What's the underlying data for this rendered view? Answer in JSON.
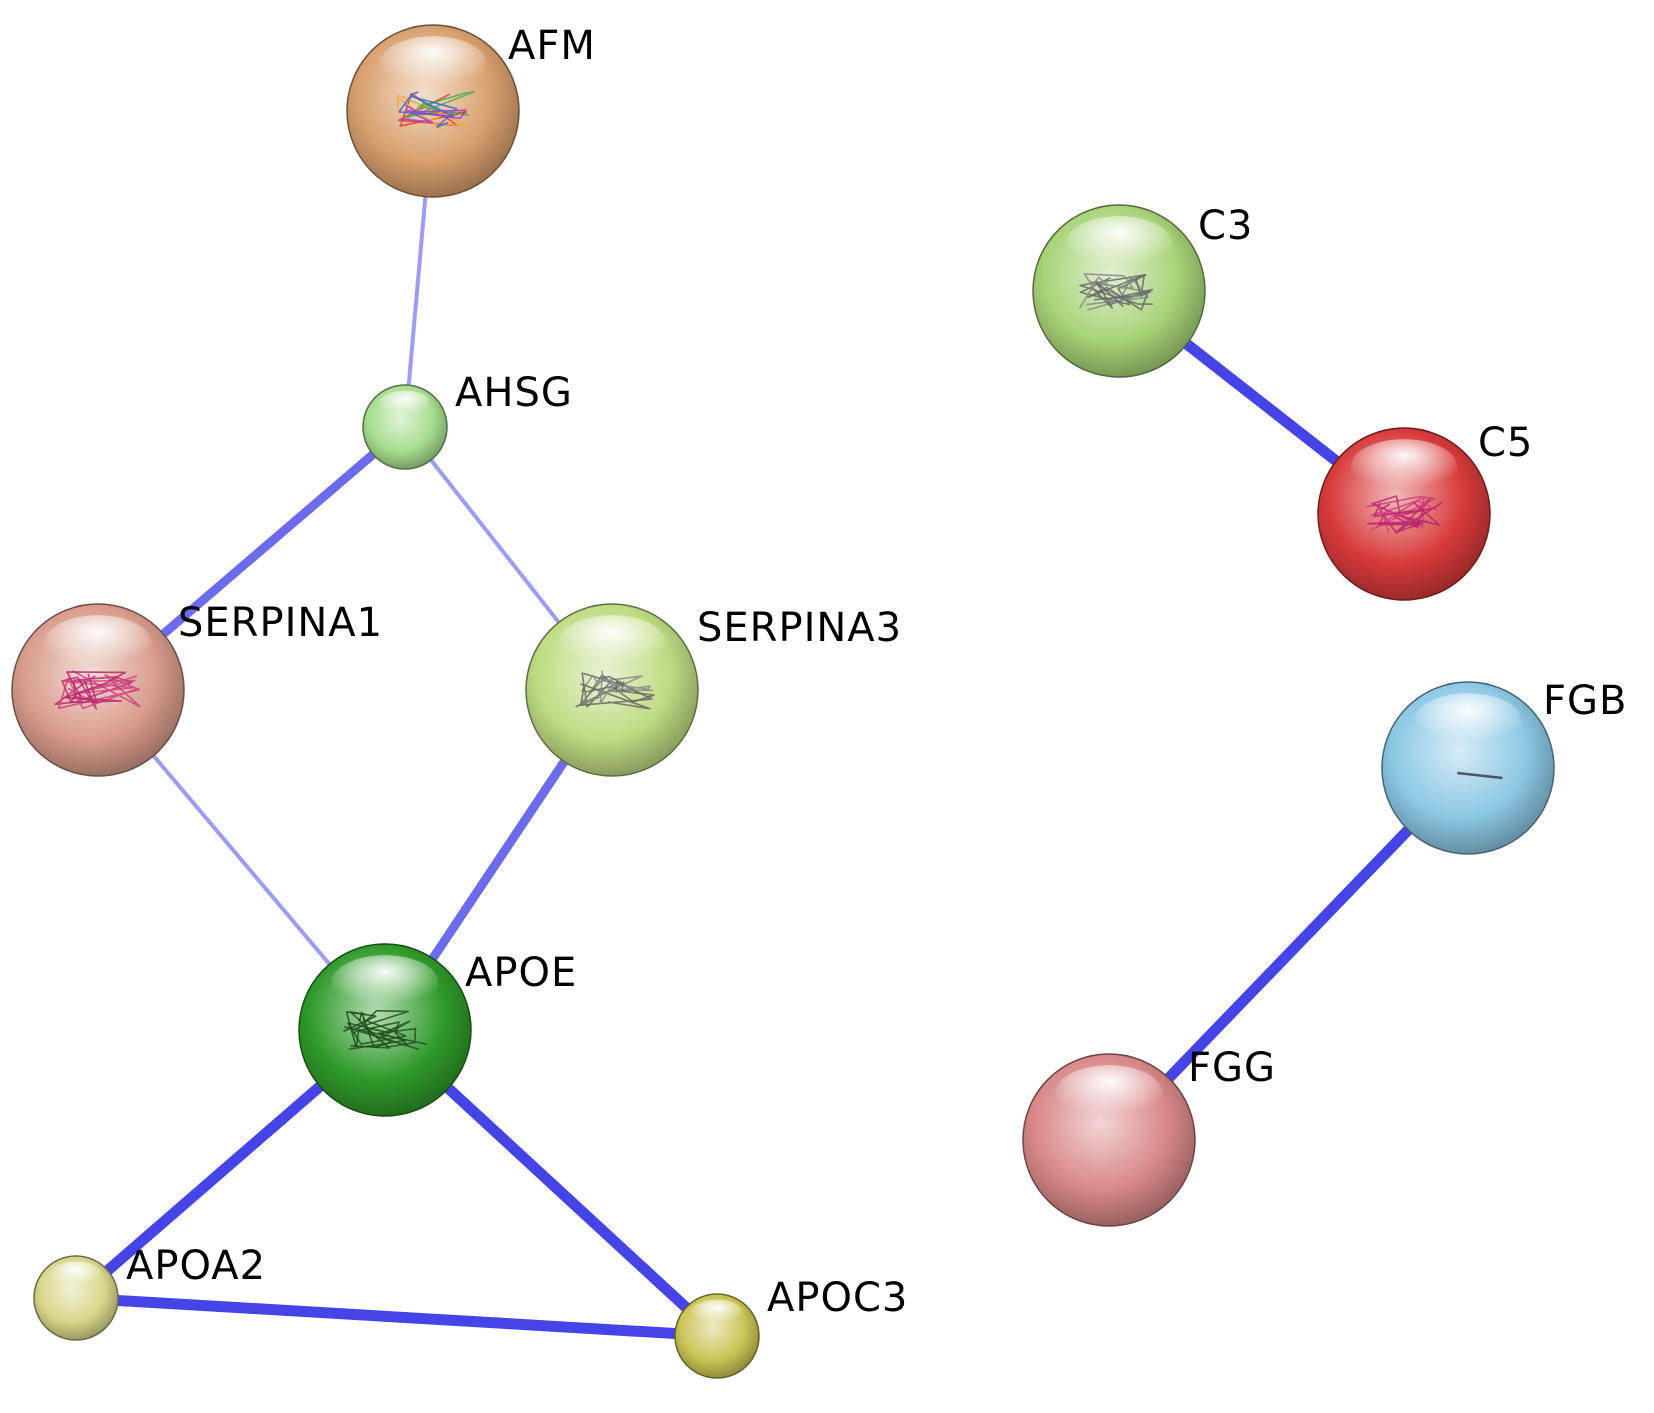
{
  "diagram": {
    "type": "protein-interaction-network",
    "nodes": [
      {
        "id": "AFM",
        "label": "AFM",
        "color": "#d9a06e",
        "structure": "multicolor"
      },
      {
        "id": "AHSG",
        "label": "AHSG",
        "color": "#a6dd8e",
        "structure": "none"
      },
      {
        "id": "SERPINA1",
        "label": "SERPINA1",
        "color": "#d99c8c",
        "structure": "magenta"
      },
      {
        "id": "SERPINA3",
        "label": "SERPINA3",
        "color": "#bedc82",
        "structure": "gray"
      },
      {
        "id": "APOE",
        "label": "APOE",
        "color": "#2f9a2a",
        "structure": "dark"
      },
      {
        "id": "APOA2",
        "label": "APOA2",
        "color": "#d8d68a",
        "structure": "none"
      },
      {
        "id": "APOC3",
        "label": "APOC3",
        "color": "#c9c454",
        "structure": "none"
      },
      {
        "id": "C3",
        "label": "C3",
        "color": "#a8d478",
        "structure": "gray"
      },
      {
        "id": "C5",
        "label": "C5",
        "color": "#d83a3a",
        "structure": "magenta"
      },
      {
        "id": "FGB",
        "label": "FGB",
        "color": "#8cc8e4",
        "structure": "line"
      },
      {
        "id": "FGG",
        "label": "FGG",
        "color": "#d98888",
        "structure": "none"
      }
    ],
    "edges": [
      {
        "source": "AFM",
        "target": "AHSG",
        "strength": "weak"
      },
      {
        "source": "AHSG",
        "target": "SERPINA1",
        "strength": "medium"
      },
      {
        "source": "AHSG",
        "target": "SERPINA3",
        "strength": "weak"
      },
      {
        "source": "SERPINA1",
        "target": "APOE",
        "strength": "weak"
      },
      {
        "source": "SERPINA3",
        "target": "APOE",
        "strength": "medium"
      },
      {
        "source": "APOE",
        "target": "APOA2",
        "strength": "strong"
      },
      {
        "source": "APOE",
        "target": "APOC3",
        "strength": "strong"
      },
      {
        "source": "APOA2",
        "target": "APOC3",
        "strength": "strong"
      },
      {
        "source": "C3",
        "target": "C5",
        "strength": "strong"
      },
      {
        "source": "FGB",
        "target": "FGG",
        "strength": "strong"
      }
    ],
    "edge_color": "#3a3ae6"
  }
}
